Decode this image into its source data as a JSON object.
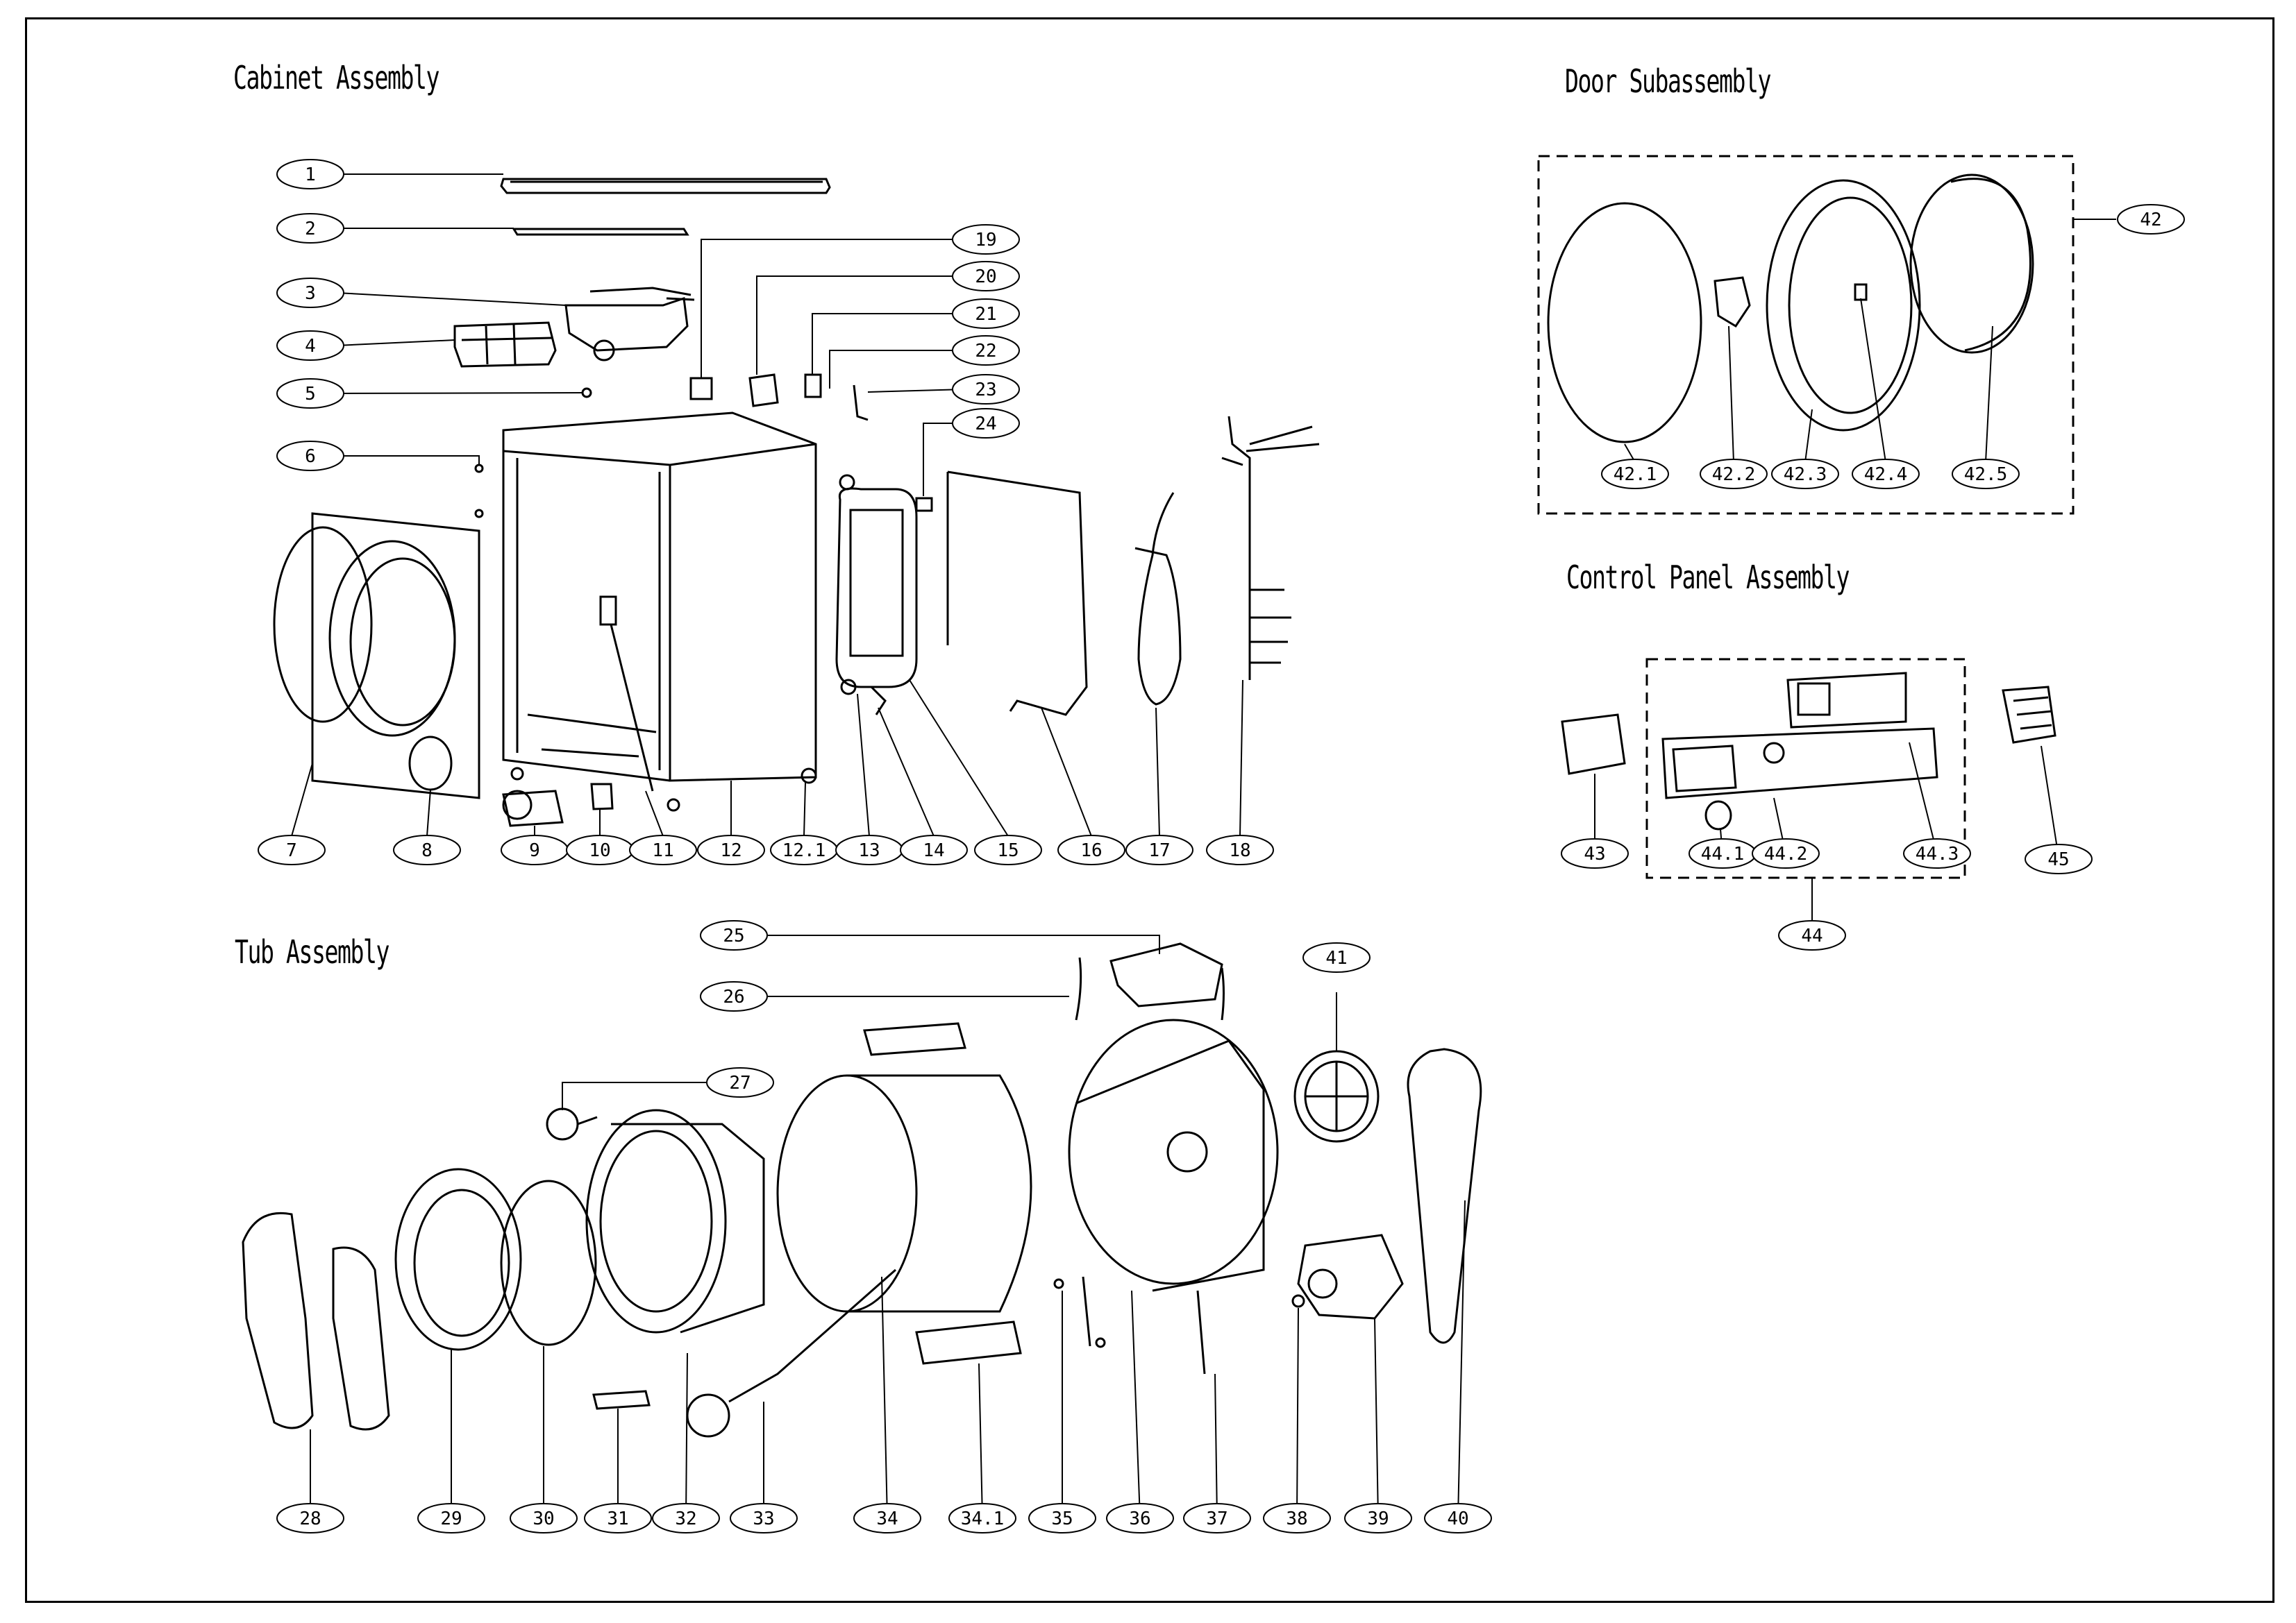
{
  "sections": {
    "cabinet": "Cabinet Assembly",
    "door": "Door Subassembly",
    "control": "Control Panel Assembly",
    "tub": "Tub Assembly"
  },
  "callouts": {
    "c1": "1",
    "c2": "2",
    "c3": "3",
    "c4": "4",
    "c5": "5",
    "c6": "6",
    "c7": "7",
    "c8": "8",
    "c9": "9",
    "c10": "10",
    "c11": "11",
    "c12": "12",
    "c12_1": "12.1",
    "c13": "13",
    "c14": "14",
    "c15": "15",
    "c16": "16",
    "c17": "17",
    "c18": "18",
    "c19": "19",
    "c20": "20",
    "c21": "21",
    "c22": "22",
    "c23": "23",
    "c24": "24",
    "c25": "25",
    "c26": "26",
    "c27": "27",
    "c28": "28",
    "c29": "29",
    "c30": "30",
    "c31": "31",
    "c32": "32",
    "c33": "33",
    "c34": "34",
    "c34_1": "34.1",
    "c35": "35",
    "c36": "36",
    "c37": "37",
    "c38": "38",
    "c39": "39",
    "c40": "40",
    "c41": "41",
    "c42": "42",
    "c42_1": "42.1",
    "c42_2": "42.2",
    "c42_3": "42.3",
    "c42_4": "42.4",
    "c42_5": "42.5",
    "c43": "43",
    "c44": "44",
    "c44_1": "44.1",
    "c44_2": "44.2",
    "c44_3": "44.3",
    "c45": "45"
  }
}
